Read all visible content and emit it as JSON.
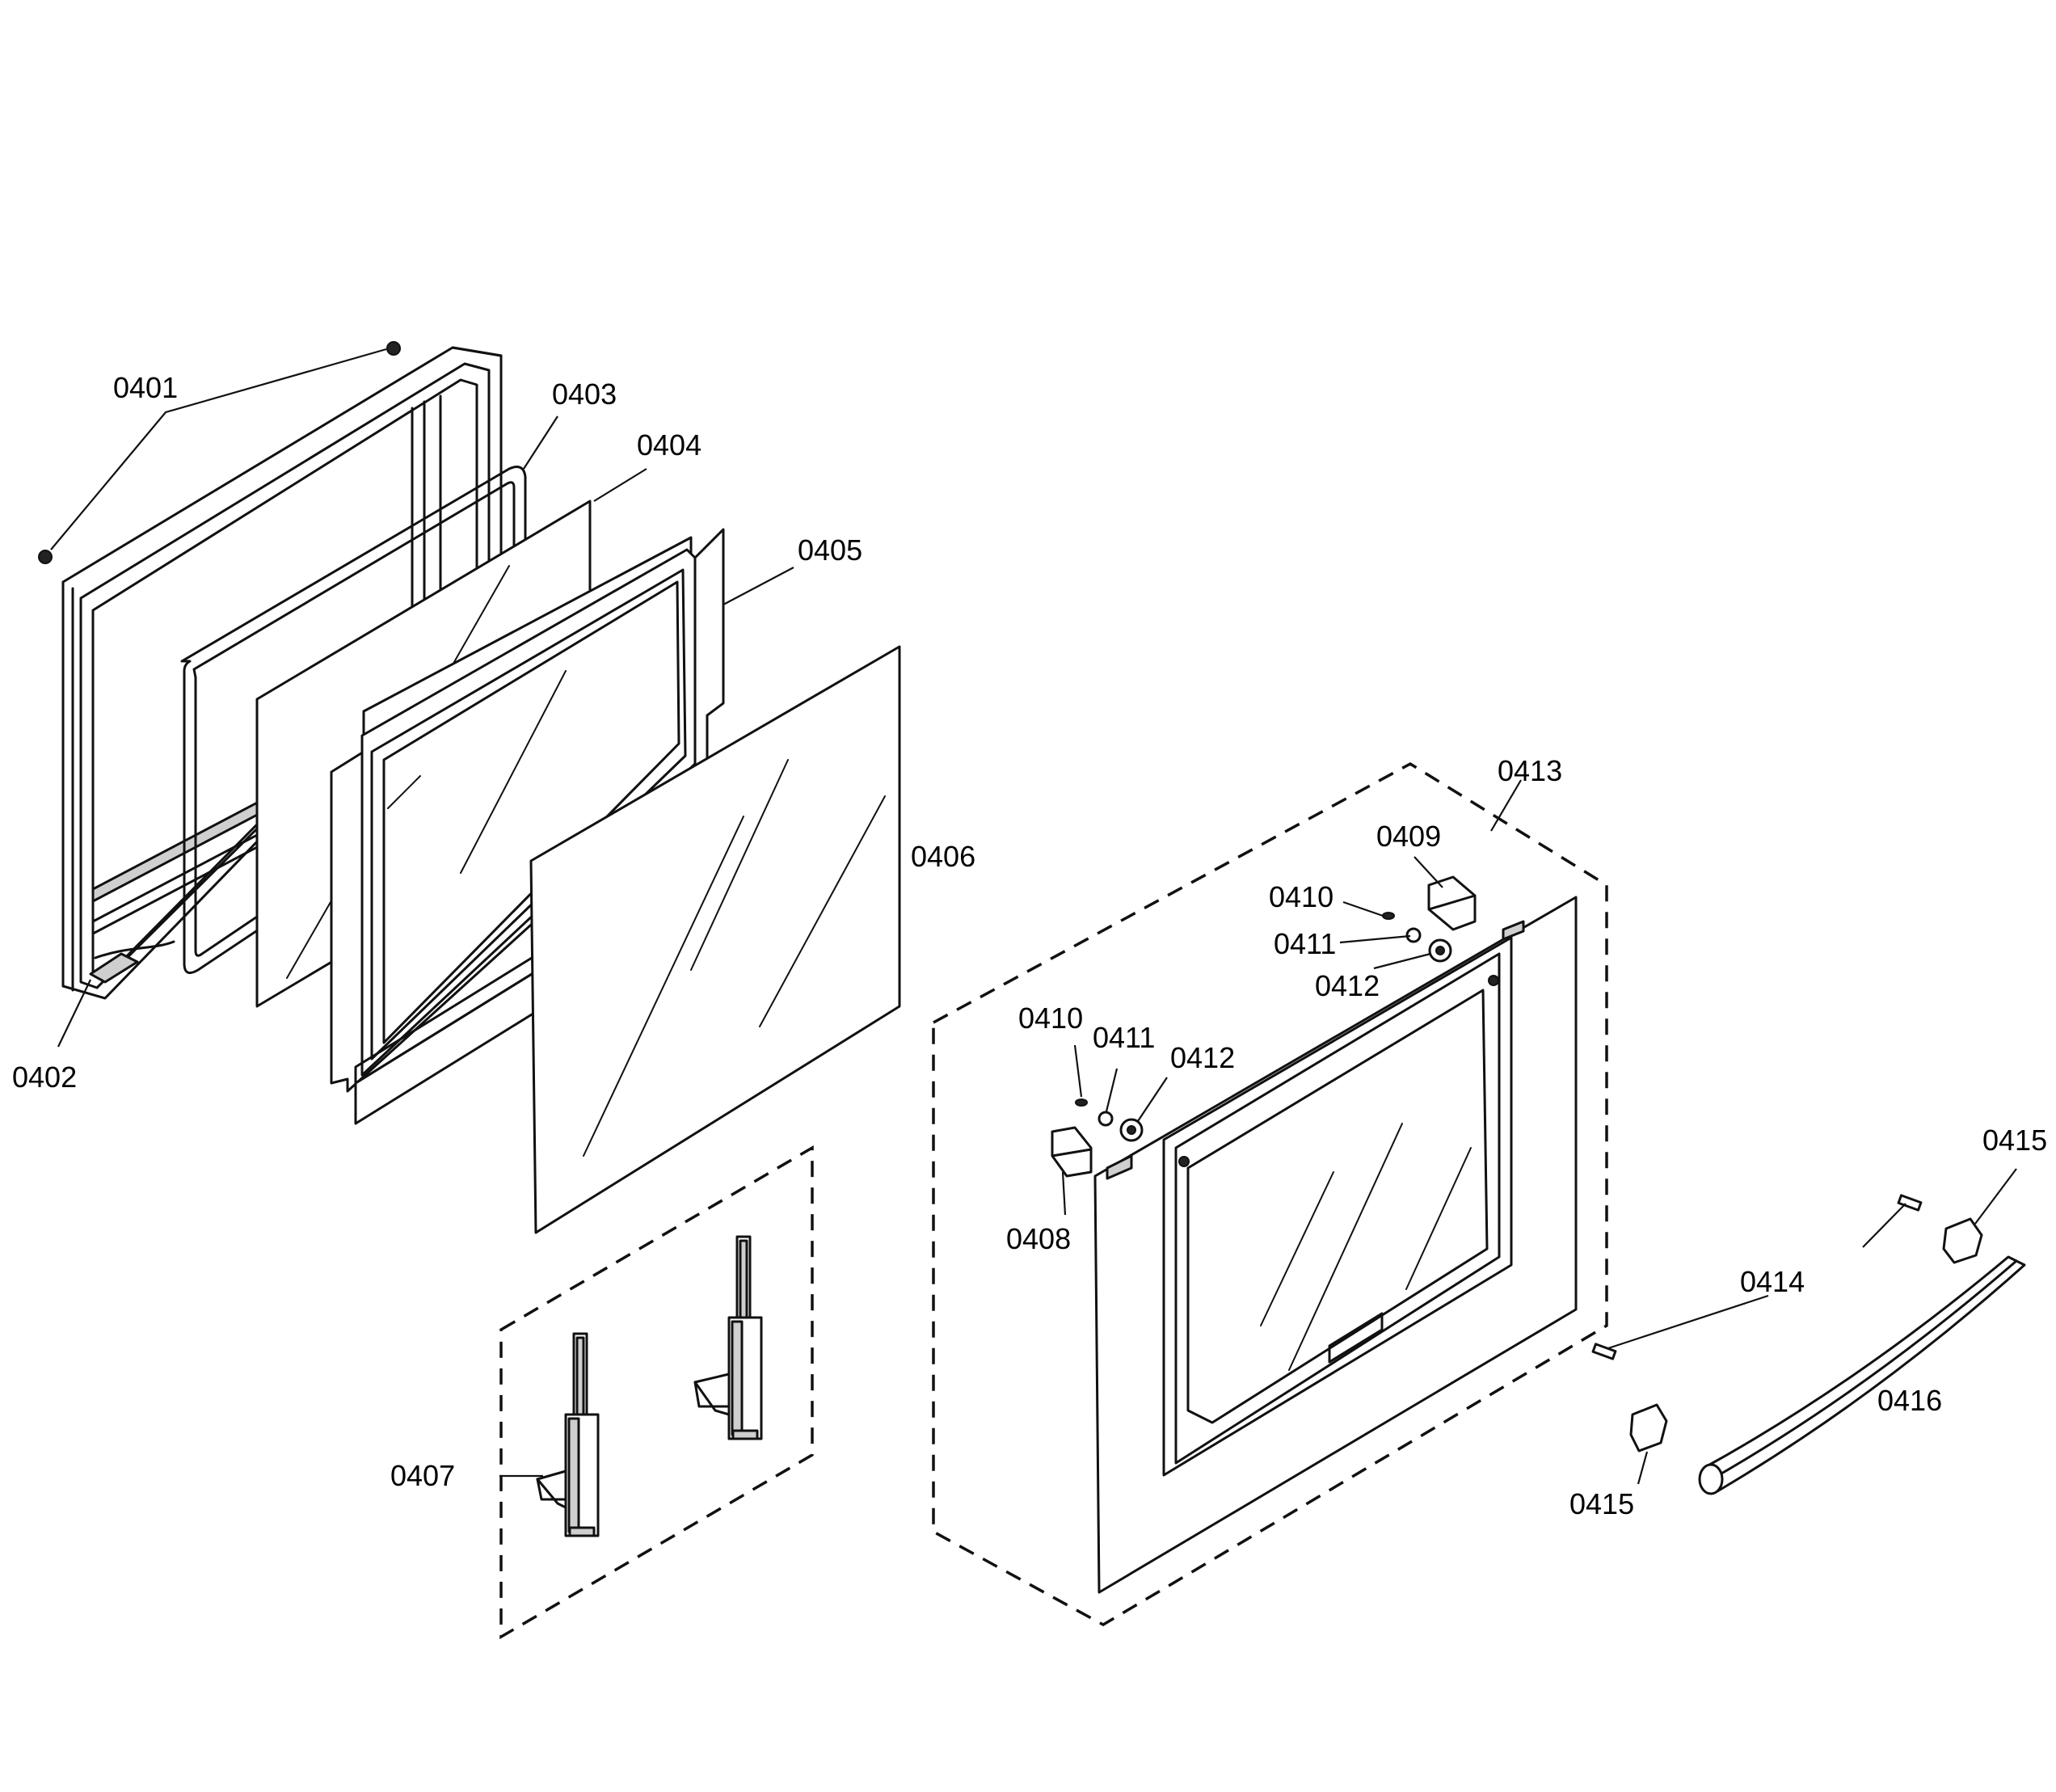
{
  "callouts": [
    {
      "id": "c0401",
      "text": "0401"
    },
    {
      "id": "c0402",
      "text": "0402"
    },
    {
      "id": "c0403",
      "text": "0403"
    },
    {
      "id": "c0404",
      "text": "0404"
    },
    {
      "id": "c0405",
      "text": "0405"
    },
    {
      "id": "c0406",
      "text": "0406"
    },
    {
      "id": "c0407",
      "text": "0407"
    },
    {
      "id": "c0408",
      "text": "0408"
    },
    {
      "id": "c0409",
      "text": "0409"
    },
    {
      "id": "c0410a",
      "text": "0410"
    },
    {
      "id": "c0410b",
      "text": "0410"
    },
    {
      "id": "c0411a",
      "text": "0411"
    },
    {
      "id": "c0411b",
      "text": "0411"
    },
    {
      "id": "c0412a",
      "text": "0412"
    },
    {
      "id": "c0412b",
      "text": "0412"
    },
    {
      "id": "c0413",
      "text": "0413"
    },
    {
      "id": "c0414",
      "text": "0414"
    },
    {
      "id": "c0415a",
      "text": "0415"
    },
    {
      "id": "c0415b",
      "text": "0415"
    },
    {
      "id": "c0416",
      "text": "0416"
    }
  ]
}
